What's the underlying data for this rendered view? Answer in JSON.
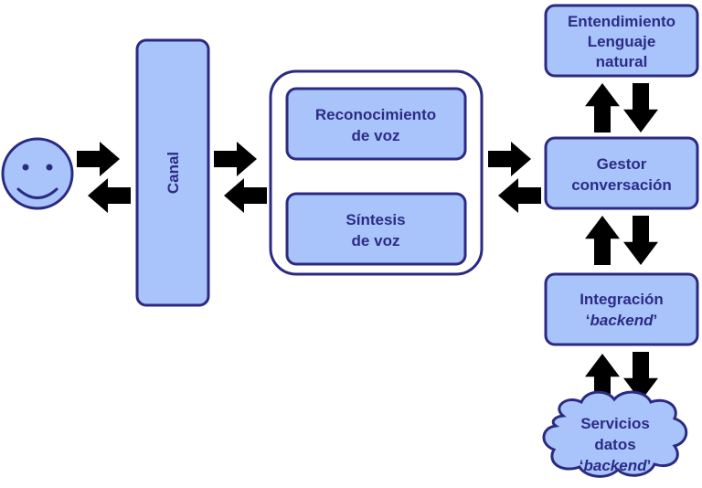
{
  "diagram": {
    "canal": {
      "label": "Canal"
    },
    "voz_reconocimiento": {
      "line1": "Reconocimiento",
      "line2": "de voz"
    },
    "voz_sintesis": {
      "line1": "Síntesis",
      "line2": "de voz"
    },
    "entendimiento": {
      "line1": "Entendimiento",
      "line2": "Lenguaje",
      "line3": "natural"
    },
    "gestor": {
      "line1": "Gestor",
      "line2": "conversación"
    },
    "integracion": {
      "line1": "Integración",
      "quote_open": "‘",
      "italic": "backend",
      "quote_close": "’"
    },
    "servicios": {
      "line1": "Servicios",
      "line2": "datos",
      "quote_open": "‘",
      "italic": "backend",
      "quote_close": "’"
    }
  },
  "colors": {
    "box_fill": "#a8c4fb",
    "box_stroke": "#2b2a82",
    "arrow": "#000000",
    "text": "#2d2b86",
    "face_fill": "#a8c4fb"
  }
}
